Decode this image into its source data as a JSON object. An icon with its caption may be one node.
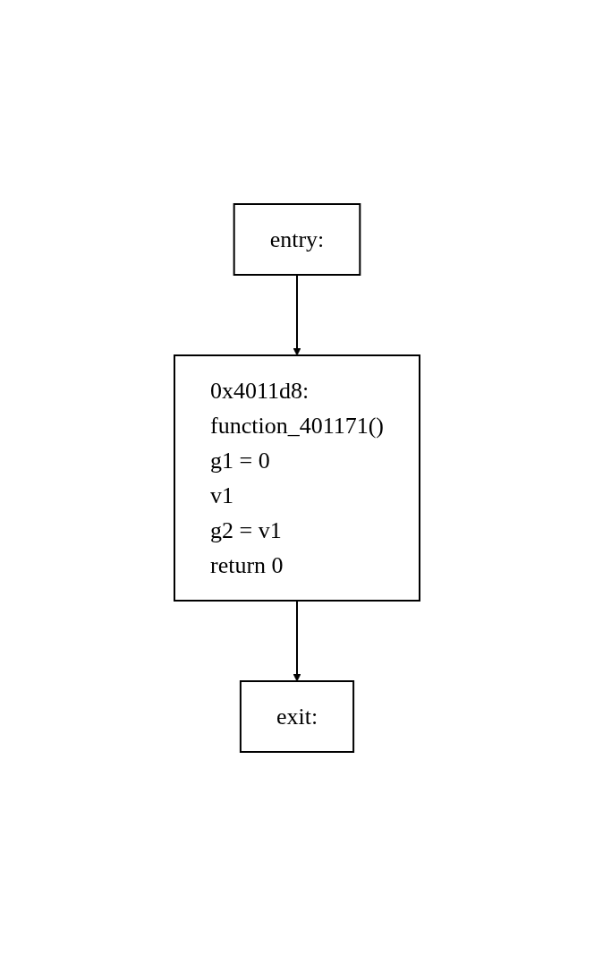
{
  "diagram": {
    "nodes": [
      {
        "text": [
          "entry:"
        ]
      },
      {
        "text": [
          "0x4011d8:",
          "function_401171()",
          "g1 = 0",
          "v1",
          "g2 = v1",
          "return 0"
        ]
      },
      {
        "text": [
          "exit:"
        ]
      }
    ],
    "edges": [
      {
        "from": 0,
        "to": 1,
        "arrow": "to"
      },
      {
        "from": 1,
        "to": 2,
        "arrow": "to"
      }
    ]
  }
}
